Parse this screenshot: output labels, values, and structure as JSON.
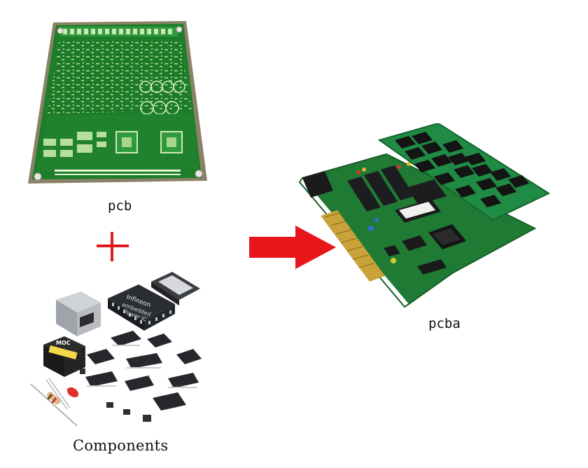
{
  "labels": {
    "pcb": "pcb",
    "pcba": "pcba",
    "components": "Components"
  },
  "chip_texts": {
    "infineon_brand": "Infineon",
    "infineon_line1": "embedded",
    "infineon_line2": "Power IC",
    "moc": "MOC"
  },
  "icons": {
    "plus": "plus-icon",
    "arrow": "arrow-right-icon"
  },
  "colors": {
    "pcb_green": "#1f7a2c",
    "arrow_red": "#e8161b",
    "plus_red": "#e11b1b"
  }
}
